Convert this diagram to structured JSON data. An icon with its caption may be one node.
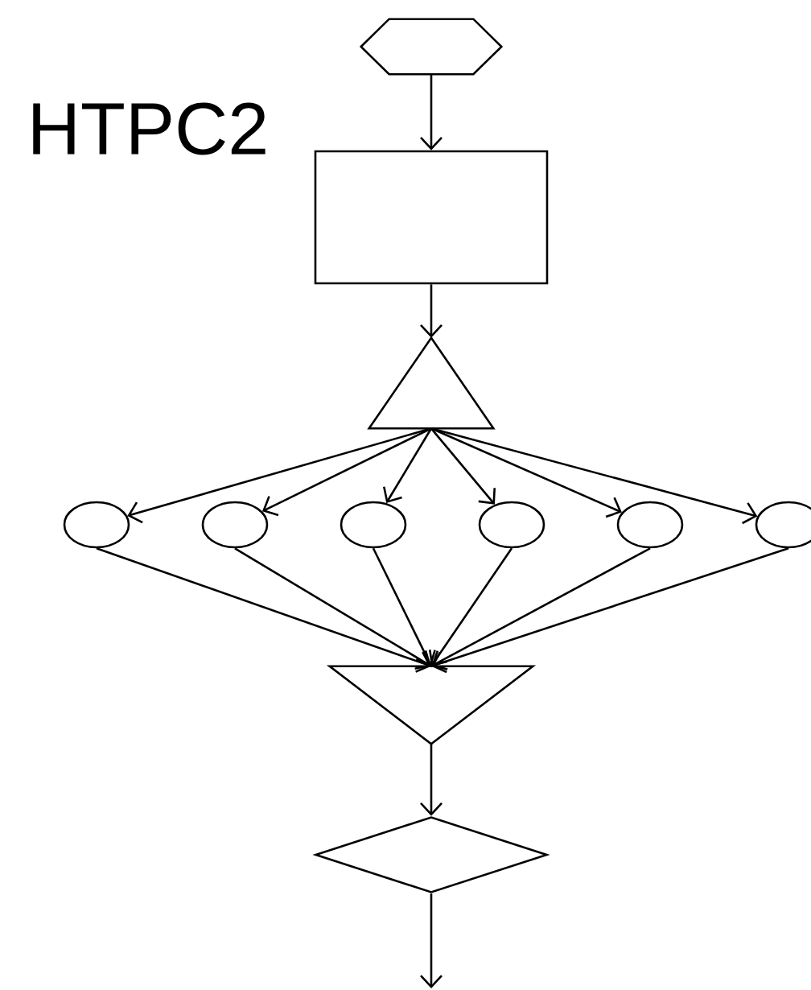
{
  "diagram": {
    "nodes": [
      {
        "text": [],
        "shape": "hexagon"
      },
      {
        "text": [],
        "shape": "box"
      },
      {
        "text": [],
        "shape": "triangle"
      },
      {
        "text": [],
        "shape": "circle"
      },
      {
        "text": [],
        "shape": "circle"
      },
      {
        "text": [],
        "shape": "circle"
      },
      {
        "text": [],
        "shape": "circle"
      },
      {
        "text": [],
        "shape": "circle"
      },
      {
        "text": [],
        "shape": "circle"
      },
      {
        "text": [],
        "shape": "inverted-triangle"
      },
      {
        "text": [],
        "shape": "diamond"
      }
    ],
    "edges": [
      {
        "from": 0,
        "to": 1,
        "arrow": "to"
      },
      {
        "from": 1,
        "to": 2,
        "arrow": "to"
      },
      {
        "from": 2,
        "to": 3,
        "arrow": "to"
      },
      {
        "from": 2,
        "to": 4,
        "arrow": "to"
      },
      {
        "from": 2,
        "to": 5,
        "arrow": "to"
      },
      {
        "from": 2,
        "to": 6,
        "arrow": "to"
      },
      {
        "from": 2,
        "to": 7,
        "arrow": "to"
      },
      {
        "from": 2,
        "to": 8,
        "arrow": "to"
      },
      {
        "from": 3,
        "to": 9,
        "arrow": "to"
      },
      {
        "from": 4,
        "to": 9,
        "arrow": "to"
      },
      {
        "from": 5,
        "to": 9,
        "arrow": "to"
      },
      {
        "from": 6,
        "to": 9,
        "arrow": "to"
      },
      {
        "from": 7,
        "to": 9,
        "arrow": "to"
      },
      {
        "from": 8,
        "to": 9,
        "arrow": "to"
      },
      {
        "from": 9,
        "to": 10,
        "arrow": "to"
      },
      {
        "from": 10,
        "to": null,
        "arrow": "to"
      }
    ],
    "labels": [
      "HTPC2"
    ]
  }
}
